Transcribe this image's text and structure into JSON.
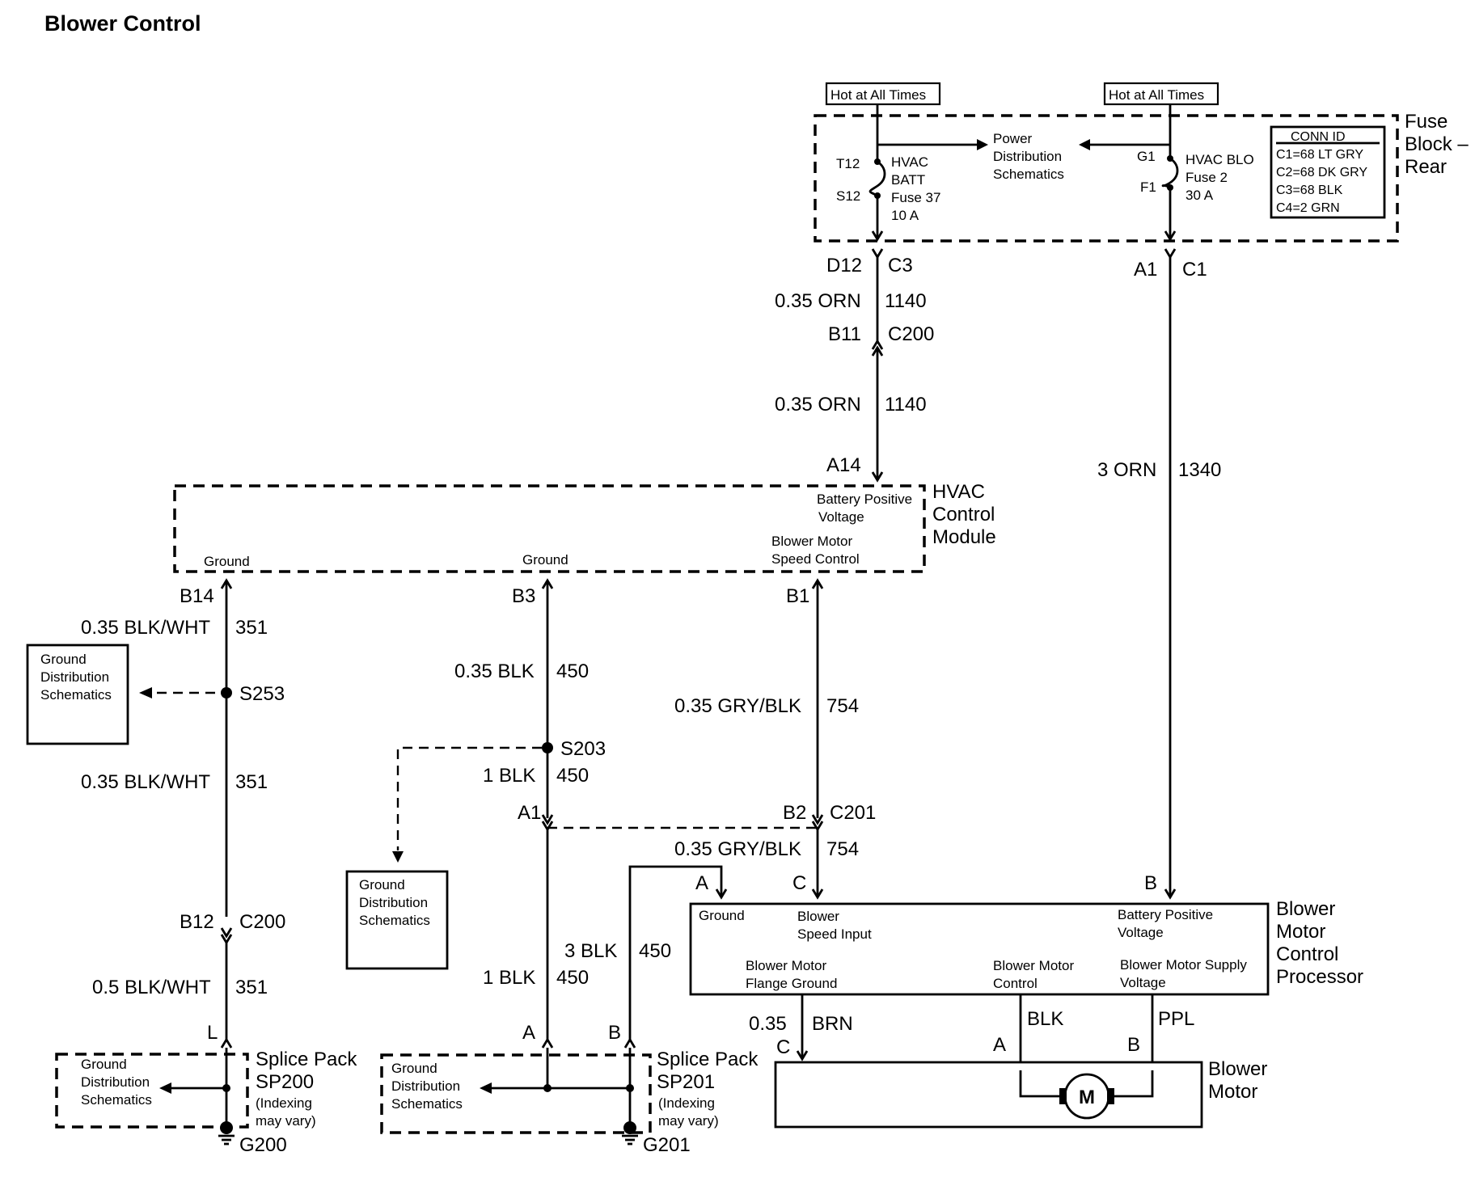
{
  "title": "Blower Control",
  "hot_label": "Hot at All Times",
  "fuse_block": {
    "name_lines": [
      "Fuse",
      "Block –",
      "Rear"
    ],
    "pdist_lines": [
      "Power",
      "Distribution",
      "Schematics"
    ],
    "fuse37": {
      "top_pin": "T12",
      "bottom_pin": "S12",
      "lines": [
        "HVAC",
        "BATT",
        "Fuse 37",
        "10 A"
      ]
    },
    "fuse2": {
      "top_pin": "G1",
      "bottom_pin": "F1",
      "lines": [
        "HVAC BLO",
        "Fuse 2",
        "30 A"
      ]
    },
    "conn_id": {
      "title": "CONN ID",
      "rows": [
        "C1=68 LT GRY",
        "C2=68 DK GRY",
        "C3=68 BLK",
        "C4=2 GRN"
      ]
    }
  },
  "wire_orn": {
    "pin_d12": "D12",
    "conn_c3": "C3",
    "wire1": "0.35 ORN",
    "circ1": "1140",
    "pin_b11": "B11",
    "conn_c200": "C200",
    "wire2": "0.35 ORN",
    "circ2": "1140",
    "pin_a14": "A14"
  },
  "wire_blower_supply": {
    "pin_a1": "A1",
    "conn_c1": "C1",
    "wire": "3 ORN",
    "circ": "1340",
    "pin_b": "B"
  },
  "hvac_module": {
    "name_lines": [
      "HVAC",
      "Control",
      "Module"
    ],
    "bpv_lines": [
      "Battery Positive",
      "Voltage"
    ],
    "ground1": "Ground",
    "ground2": "Ground",
    "bmsc_lines": [
      "Blower Motor",
      "Speed Control"
    ]
  },
  "left_ground": {
    "pin_b14": "B14",
    "wire1": "0.35 BLK/WHT",
    "circ1": "351",
    "splice": "S253",
    "gds_lines": [
      "Ground",
      "Distribution",
      "Schematics"
    ],
    "wire2": "0.35 BLK/WHT",
    "circ2": "351",
    "pin_b12": "B12",
    "conn_c200": "C200",
    "wire3": "0.5 BLK/WHT",
    "circ3": "351",
    "pin_l": "L"
  },
  "middle_ground": {
    "pin_b3": "B3",
    "wire1": "0.35 BLK",
    "circ1": "450",
    "splice": "S203",
    "wire2": "1 BLK",
    "circ2": "450",
    "gds_lines": [
      "Ground",
      "Distribution",
      "Schematics"
    ],
    "pin_a1": "A1",
    "wire3": "1 BLK",
    "circ3": "450",
    "wire4": "3 BLK",
    "circ4": "450",
    "pin_a": "A",
    "pin_b": "B"
  },
  "speed_wire": {
    "pin_b1": "B1",
    "wire1": "0.35 GRY/BLK",
    "circ1": "754",
    "pin_b2": "B2",
    "conn_c201": "C201",
    "wire2": "0.35 GRY/BLK",
    "circ2": "754",
    "pin_c": "C"
  },
  "processor": {
    "name_lines": [
      "Blower",
      "Motor",
      "Control",
      "Processor"
    ],
    "pin_a": "A",
    "ground": "Ground",
    "bsi_lines": [
      "Blower",
      "Speed Input"
    ],
    "bpv_lines": [
      "Battery Positive",
      "Voltage"
    ],
    "flange_lines": [
      "Blower Motor",
      "Flange Ground"
    ],
    "control_lines": [
      "Blower Motor",
      "Control"
    ],
    "supply_lines": [
      "Blower Motor Supply",
      "Voltage"
    ]
  },
  "motor_wires": {
    "gauge": "0.35",
    "brn": "BRN",
    "blk": "BLK",
    "ppl": "PPL",
    "pin_c": "C",
    "pin_a": "A",
    "pin_b": "B"
  },
  "blower_motor": {
    "name_lines": [
      "Blower",
      "Motor"
    ],
    "symbol": "M"
  },
  "sp200": {
    "name_lines": [
      "Splice Pack",
      "SP200"
    ],
    "note_lines": [
      "(Indexing",
      "may vary)"
    ],
    "gds_lines": [
      "Ground",
      "Distribution",
      "Schematics"
    ],
    "ground": "G200"
  },
  "sp201": {
    "name_lines": [
      "Splice Pack",
      "SP201"
    ],
    "note_lines": [
      "(Indexing",
      "may vary)"
    ],
    "gds_lines": [
      "Ground",
      "Distribution",
      "Schematics"
    ],
    "ground": "G201"
  }
}
